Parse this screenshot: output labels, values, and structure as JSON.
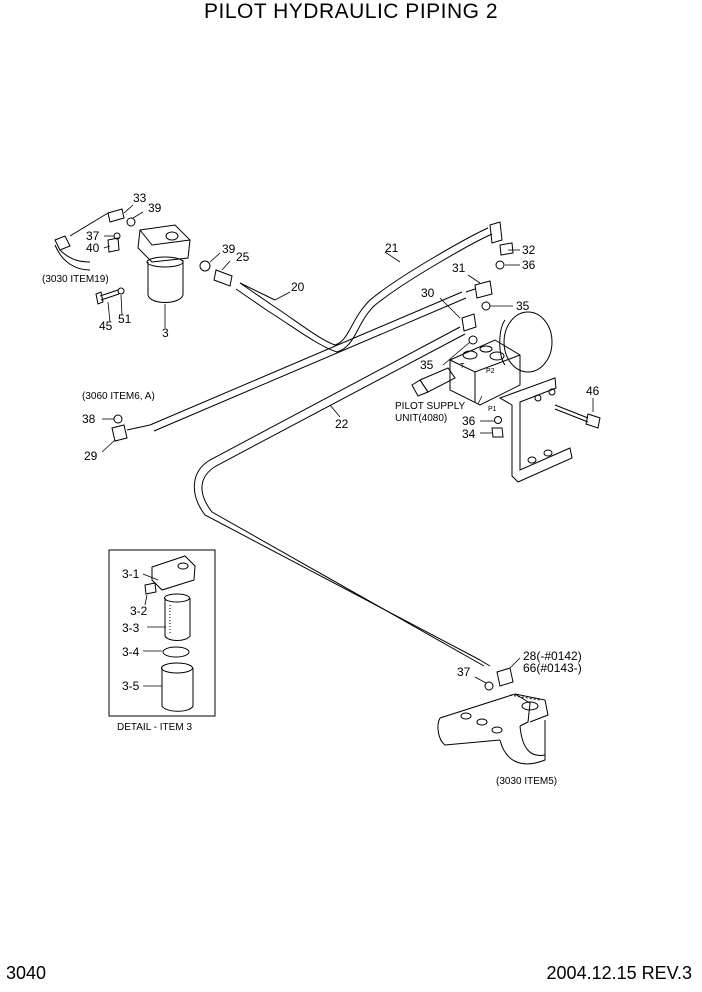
{
  "title": "PILOT HYDRAULIC PIPING 2",
  "page_number": "3040",
  "revision": "2004.12.15  REV.3",
  "callouts": {
    "c33": "33",
    "c39a": "39",
    "c37a": "37",
    "c40": "40",
    "c39b": "39",
    "c25": "25",
    "c3": "3",
    "c45": "45",
    "c51": "51",
    "c20": "20",
    "c21": "21",
    "c32": "32",
    "c36a": "36",
    "c31": "31",
    "c30": "30",
    "c35a": "35",
    "c35b": "35",
    "c46": "46",
    "c36b": "36",
    "c34": "34",
    "c38": "38",
    "c29": "29",
    "c22": "22",
    "c37b": "37",
    "c28": "28(-#0142)",
    "c66": "66(#0143-)",
    "d31": "3-1",
    "d32": "3-2",
    "d33": "3-3",
    "d34": "3-4",
    "d35": "3-5"
  },
  "refs": {
    "r3030_19": "(3030 ITEM19)",
    "r3060": "(3060 ITEM6, A)",
    "r3030_5": "(3030 ITEM5)",
    "pilot_supply_1": "PILOT SUPPLY",
    "pilot_supply_2": "UNIT(4080)",
    "port_t": "T",
    "port_p2": "P2",
    "port_p1": "P1",
    "detail_caption": "DETAIL - ITEM 3"
  }
}
